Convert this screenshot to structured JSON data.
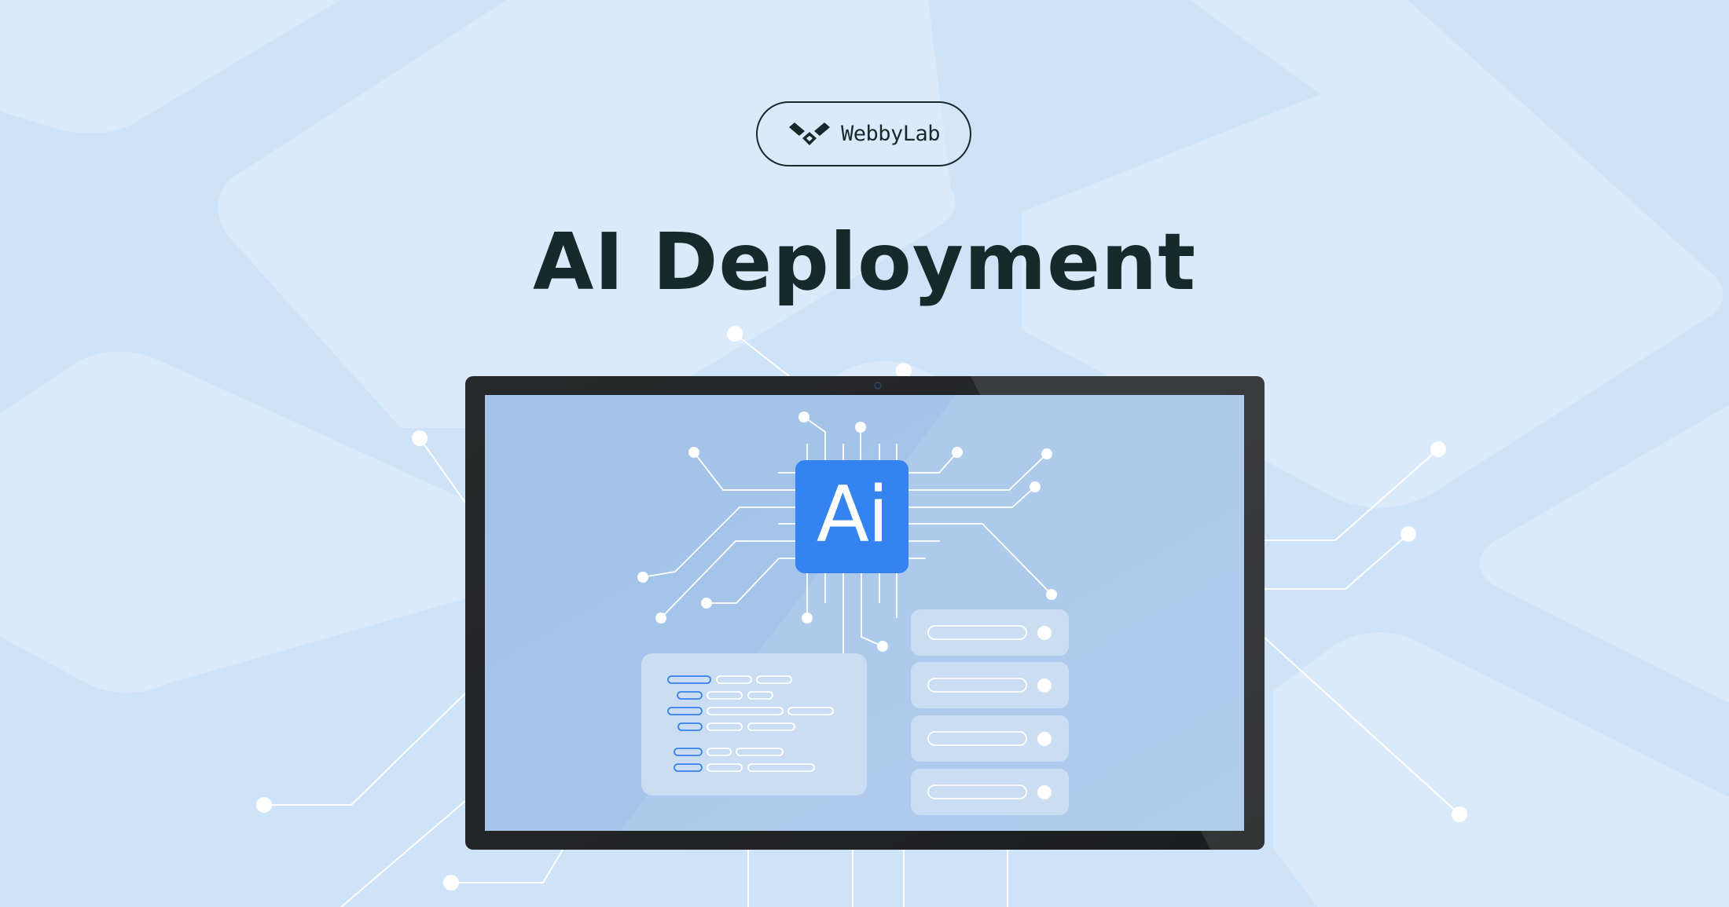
{
  "brand": {
    "name": "WebbyLab",
    "logo_icon": "webbylab-w-chevron-icon"
  },
  "hero": {
    "title": "AI Deployment"
  },
  "illustration": {
    "chip_label": "Ai",
    "chip_icon": "ai-chip-icon",
    "monitor_icon": "monitor-icon",
    "code_panel_icon": "code-panel-icon",
    "server_stack_icon": "server-stack-icon",
    "server_unit_count": 4,
    "code_rows": 6
  },
  "colors": {
    "background": "#CEE2F8",
    "background_shape": "#DBEAFA",
    "title_text": "#142A2B",
    "chip_blue": "#3483F0",
    "screen_blue": "#A5C4E8",
    "monitor_bezel": "#232426",
    "trace_white": "#FFFFFF"
  }
}
